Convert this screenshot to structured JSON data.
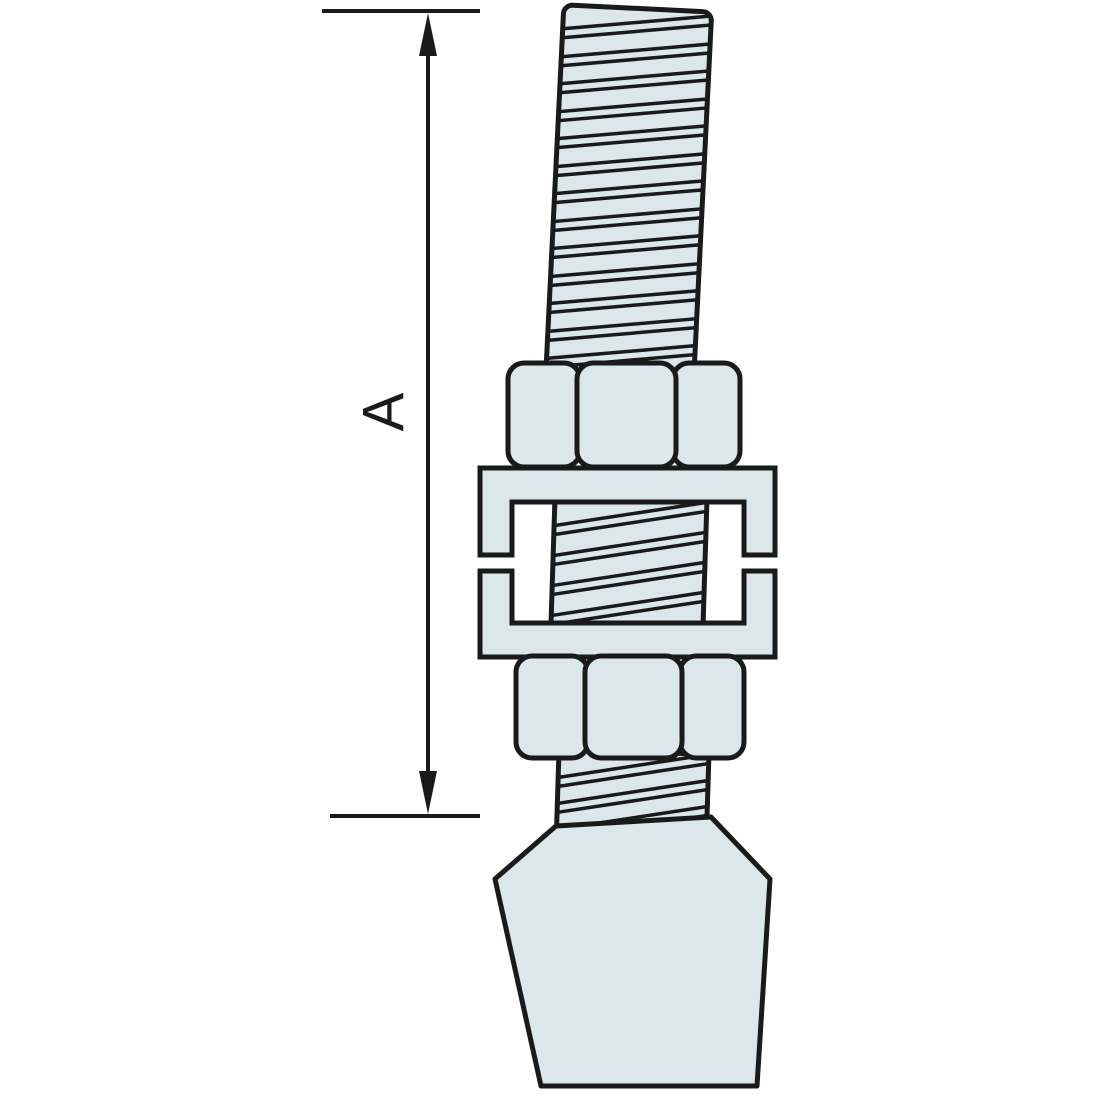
{
  "diagram": {
    "dimension_label": "A"
  },
  "parts": {
    "threaded_stud": "threaded-stud",
    "upper_hex_nut": "hex-nut-upper",
    "bracket_top_plate": "bracket-top-plate",
    "bracket_bottom_plate": "bracket-bottom-plate",
    "lower_hex_nut": "hex-nut-lower",
    "foot": "conical-foot"
  },
  "colors": {
    "outline": "#1a1a1a",
    "part-fill": "#dbe7eb",
    "background": "#ffffff"
  }
}
